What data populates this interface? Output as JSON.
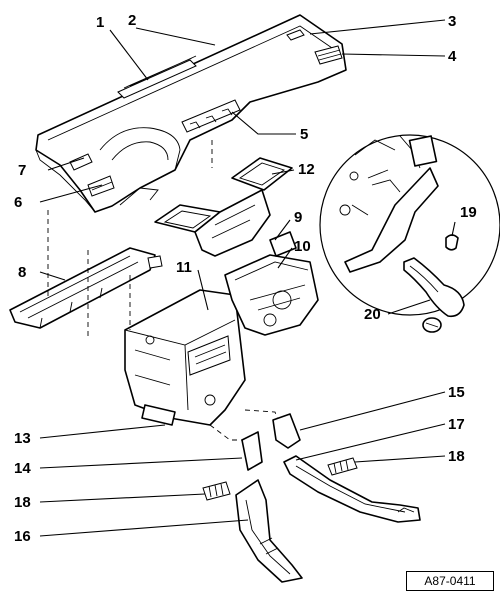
{
  "figure": {
    "reference_code": "A87-0411"
  },
  "callouts": [
    {
      "id": "1",
      "label": "1"
    },
    {
      "id": "2",
      "label": "2"
    },
    {
      "id": "3",
      "label": "3"
    },
    {
      "id": "4",
      "label": "4"
    },
    {
      "id": "5",
      "label": "5"
    },
    {
      "id": "6",
      "label": "6"
    },
    {
      "id": "7",
      "label": "7"
    },
    {
      "id": "8",
      "label": "8"
    },
    {
      "id": "9",
      "label": "9"
    },
    {
      "id": "10",
      "label": "10"
    },
    {
      "id": "11",
      "label": "11"
    },
    {
      "id": "12",
      "label": "12"
    },
    {
      "id": "13",
      "label": "13"
    },
    {
      "id": "14",
      "label": "14"
    },
    {
      "id": "15",
      "label": "15"
    },
    {
      "id": "16",
      "label": "16"
    },
    {
      "id": "17",
      "label": "17"
    },
    {
      "id": "18a",
      "label": "18"
    },
    {
      "id": "18b",
      "label": "18"
    },
    {
      "id": "19",
      "label": "19"
    },
    {
      "id": "20",
      "label": "20"
    }
  ]
}
